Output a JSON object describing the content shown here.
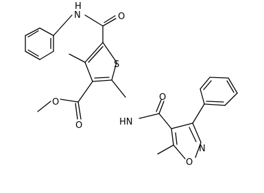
{
  "atoms": {
    "nh_top": "H",
    "nh_top_n": "N",
    "o_amide_top": "O",
    "s": "S",
    "o_ester_single": "O",
    "o_ester_double": "O",
    "nh_mid": "HN",
    "o_amide_mid": "O",
    "n_isox": "N",
    "o_isox": "O"
  }
}
